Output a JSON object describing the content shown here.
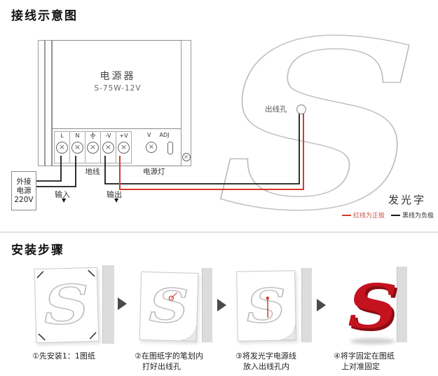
{
  "letter": "S",
  "colors": {
    "red_wire": "#d43a2e",
    "black_wire": "#1a1a1a",
    "red_letter": "#c5121f"
  },
  "wiring": {
    "title": "接线示意图",
    "psu": {
      "name": "电源器",
      "model": "S-75W-12V",
      "terminals": [
        "L",
        "N",
        "-V",
        "+V"
      ],
      "aux": [
        "V",
        "ADJ"
      ],
      "ground_label": "地线",
      "lamp_label": "电源灯"
    },
    "ext_power_lines": [
      "外接",
      "电源",
      "220V"
    ],
    "input_label": "输入",
    "output_label": "输出",
    "outlet_label": "出线孔",
    "sign_label": "发光字",
    "legend": [
      {
        "color": "#d43a2e",
        "text": "红线为正极"
      },
      {
        "color": "#1a1a1a",
        "text": "黑线为负极"
      }
    ]
  },
  "steps": {
    "title": "安装步骤",
    "captions": [
      [
        "①先安装1：1图纸"
      ],
      [
        "②在图纸字的笔划内",
        "打好出线孔"
      ],
      [
        "③将发光字电源线",
        "放入出线孔内"
      ],
      [
        "④将字固定在图纸",
        "上对准固定"
      ]
    ]
  }
}
